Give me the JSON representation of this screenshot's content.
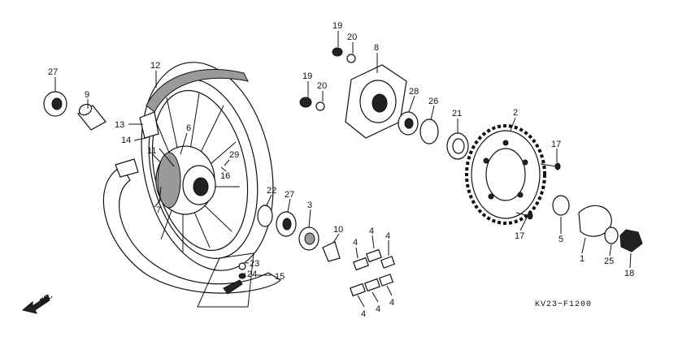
{
  "diagram": {
    "callouts": {
      "n1": "1",
      "n2": "2",
      "n3": "3",
      "n4a": "4",
      "n4b": "4",
      "n4c": "4",
      "n4d": "4",
      "n4e": "4",
      "n4f": "4",
      "n5": "5",
      "n6": "6",
      "n7": "7",
      "n8": "8",
      "n9": "9",
      "n10": "10",
      "n11": "11",
      "n12": "12",
      "n13": "13",
      "n14": "14",
      "n15": "15",
      "n16": "16",
      "n17a": "17",
      "n17b": "17",
      "n18": "18",
      "n19a": "19",
      "n19b": "19",
      "n20a": "20",
      "n20b": "20",
      "n21": "21",
      "n22": "22",
      "n23": "23",
      "n24": "24",
      "n25": "25",
      "n26": "26",
      "n27a": "27",
      "n27b": "27",
      "n28": "28",
      "n29": "29"
    },
    "front_marker": "FR.",
    "figure_code": "KV23−F1200"
  }
}
